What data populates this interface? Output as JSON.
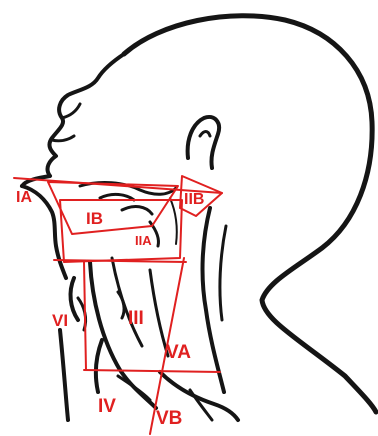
{
  "figure": {
    "colors": {
      "sketch": "#151515",
      "zone": "#e02020",
      "background": "#ffffff"
    },
    "levels": [
      {
        "id": "IA",
        "label": "IA"
      },
      {
        "id": "IB",
        "label": "IB"
      },
      {
        "id": "IIA",
        "label": "IIA"
      },
      {
        "id": "IIB",
        "label": "IIB"
      },
      {
        "id": "III",
        "label": "III"
      },
      {
        "id": "IV",
        "label": "IV"
      },
      {
        "id": "VA",
        "label": "VA"
      },
      {
        "id": "VB",
        "label": "VB"
      },
      {
        "id": "VI",
        "label": "VI"
      }
    ]
  }
}
